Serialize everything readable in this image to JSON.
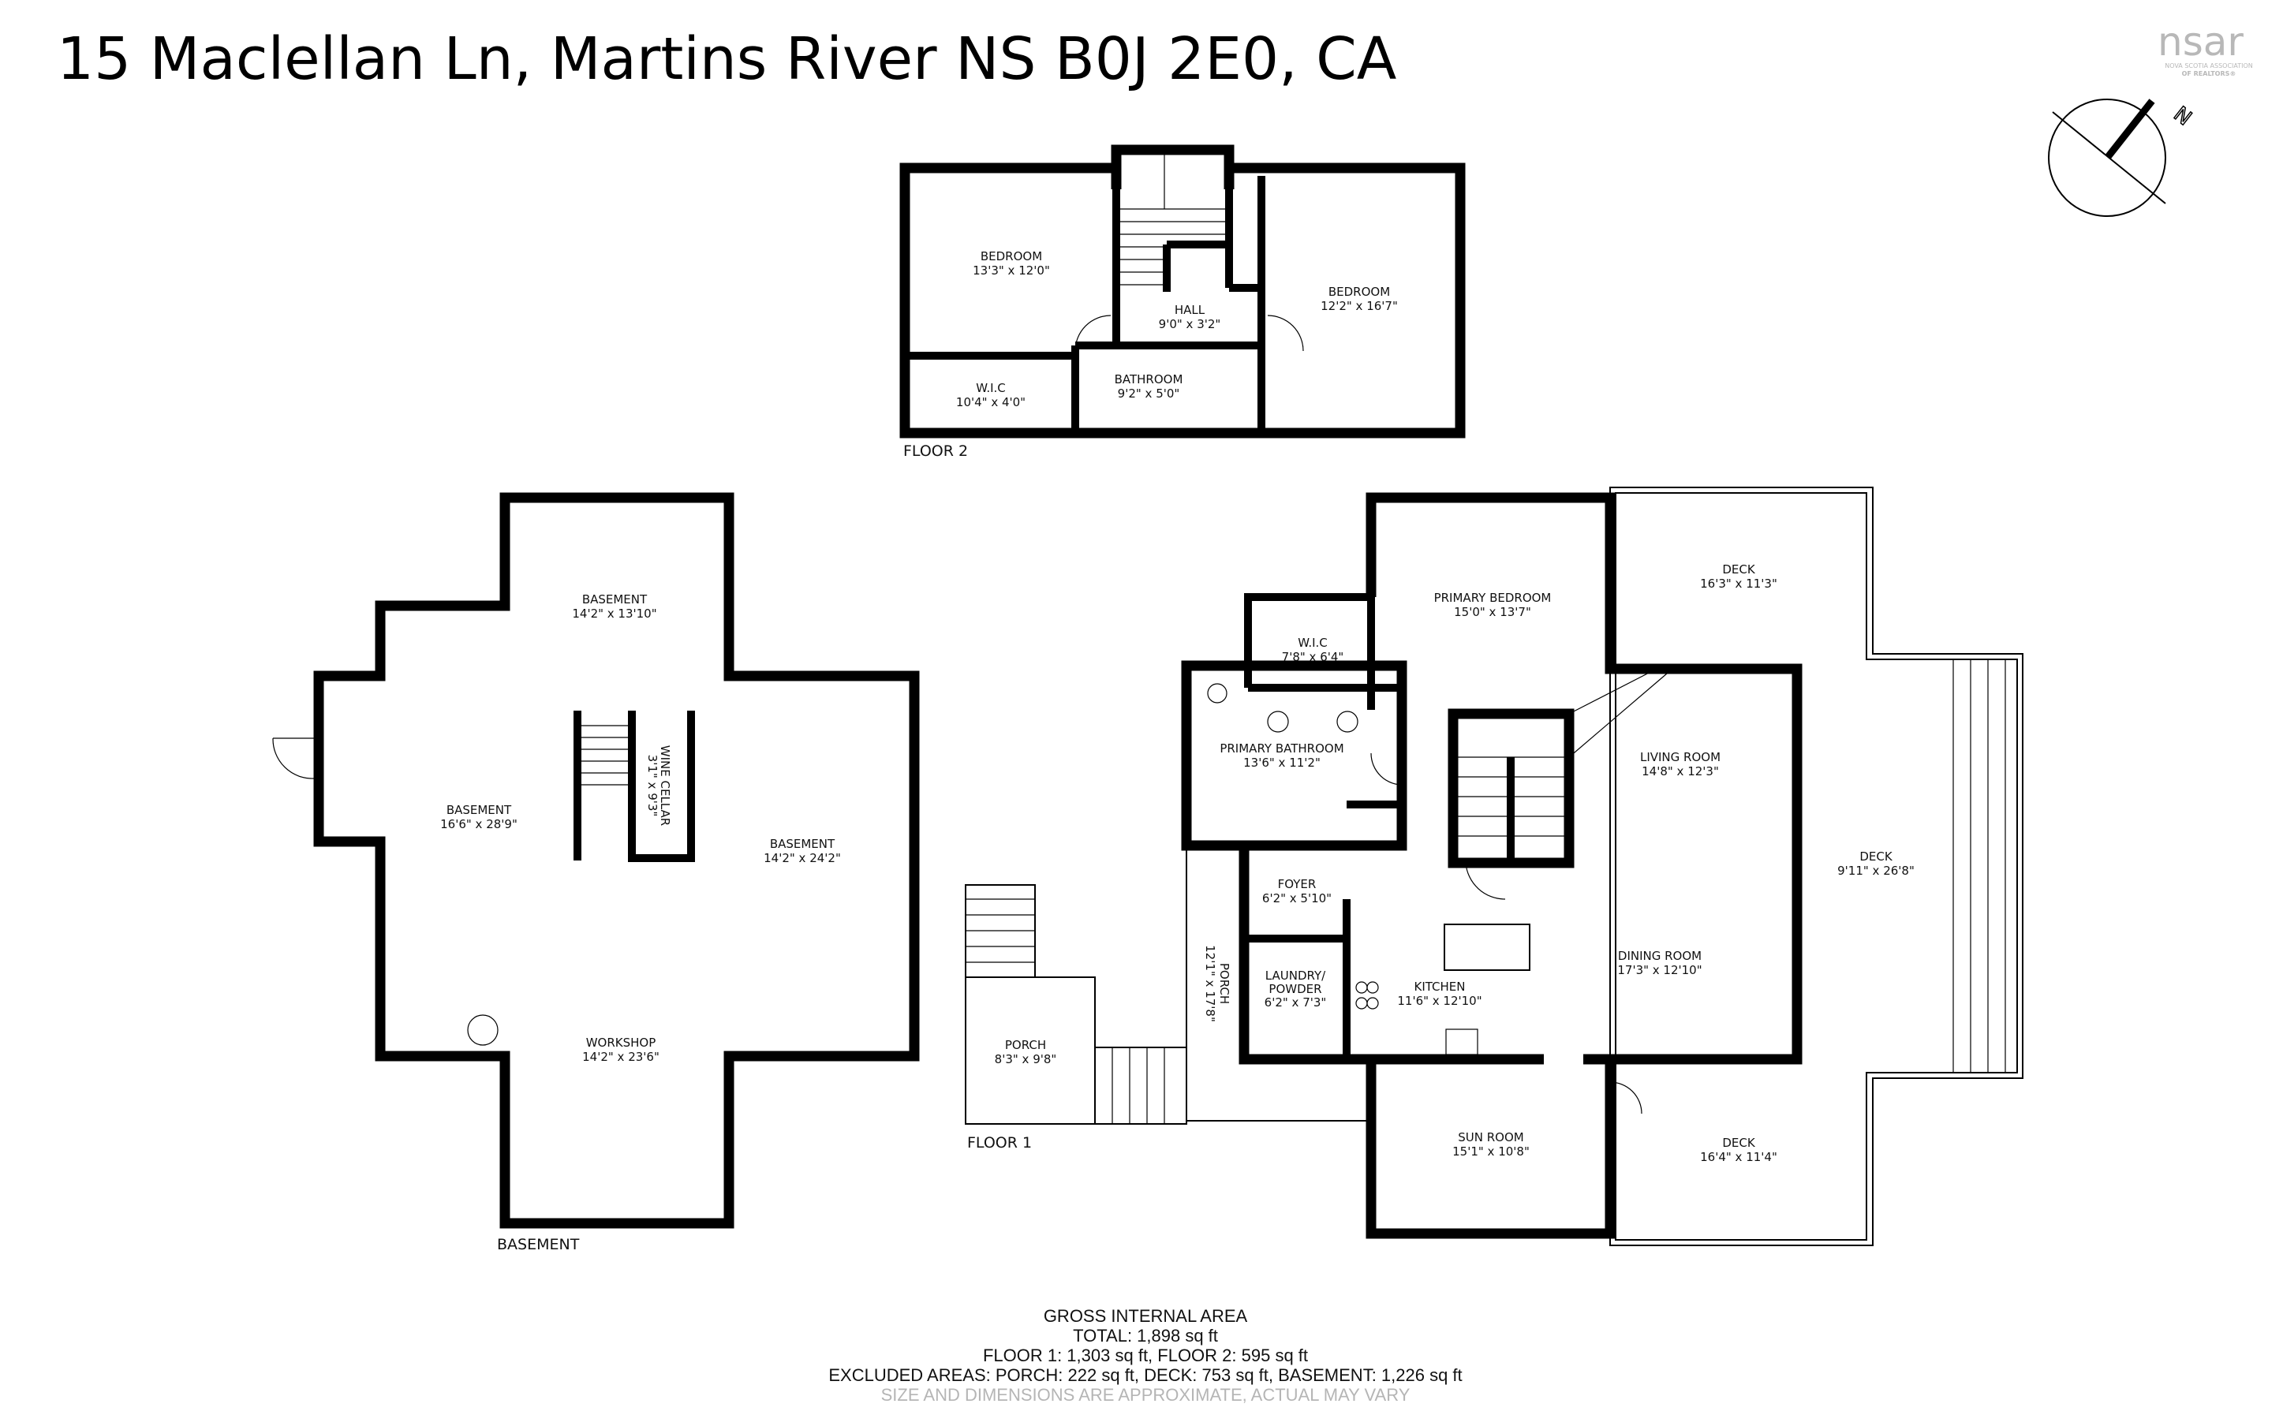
{
  "title": "15 Maclellan Ln, Martins River NS B0J 2E0, CA",
  "logo": {
    "wordmark": "nsar",
    "line1": "NOVA SCOTIA ASSOCIATION",
    "line2": "OF REALTORS®",
    "color": "#b8b8b8"
  },
  "compass": {
    "label": "N"
  },
  "floor2": {
    "label": "FLOOR 2",
    "rooms": [
      {
        "name": "BEDROOM",
        "dims": "13'3\" x 12'0\""
      },
      {
        "name": "HALL",
        "dims": "9'0\" x 3'2\""
      },
      {
        "name": "BEDROOM",
        "dims": "12'2\" x 16'7\""
      },
      {
        "name": "W.I.C",
        "dims": "10'4\" x 4'0\""
      },
      {
        "name": "BATHROOM",
        "dims": "9'2\" x 5'0\""
      }
    ]
  },
  "basement": {
    "label": "BASEMENT",
    "rooms": [
      {
        "name": "BASEMENT",
        "dims": "14'2\" x 13'10\""
      },
      {
        "name": "BASEMENT",
        "dims": "16'6\" x 28'9\""
      },
      {
        "name": "WINE CELLAR",
        "dims": "3'1\" x 9'3\""
      },
      {
        "name": "BASEMENT",
        "dims": "14'2\" x 24'2\""
      },
      {
        "name": "WORKSHOP",
        "dims": "14'2\" x 23'6\""
      }
    ]
  },
  "floor1": {
    "label": "FLOOR 1",
    "rooms": [
      {
        "name": "PRIMARY BEDROOM",
        "dims": "15'0\" x 13'7\""
      },
      {
        "name": "W.I.C",
        "dims": "7'8\" x 6'4\""
      },
      {
        "name": "PRIMARY BATHROOM",
        "dims": "13'6\" x 11'2\""
      },
      {
        "name": "DECK",
        "dims": "16'3\" x 11'3\""
      },
      {
        "name": "LIVING ROOM",
        "dims": "14'8\" x 12'3\""
      },
      {
        "name": "DECK",
        "dims": "9'11\" x 26'8\""
      },
      {
        "name": "DINING ROOM",
        "dims": "17'3\" x 12'10\""
      },
      {
        "name": "FOYER",
        "dims": "6'2\" x 5'10\""
      },
      {
        "name": "KITCHEN",
        "dims": "11'6\" x 12'10\""
      },
      {
        "name": "LAUNDRY/",
        "name2": "POWDER",
        "dims": "6'2\" x 7'3\""
      },
      {
        "name": "PORCH",
        "dims": "12'1\" x 17'8\""
      },
      {
        "name": "PORCH",
        "dims": "8'3\" x 9'8\""
      },
      {
        "name": "SUN ROOM",
        "dims": "15'1\" x 10'8\""
      },
      {
        "name": "DECK",
        "dims": "16'4\" x 11'4\""
      }
    ]
  },
  "area": {
    "heading": "GROSS INTERNAL AREA",
    "total": "TOTAL: 1,898 sq ft",
    "floors": "FLOOR 1: 1,303 sq ft, FLOOR 2: 595 sq ft",
    "excluded": "EXCLUDED AREAS: PORCH: 222 sq ft, DECK: 753 sq ft, BASEMENT: 1,226 sq ft",
    "disclaimer": "SIZE AND DIMENSIONS ARE APPROXIMATE, ACTUAL MAY VARY"
  }
}
